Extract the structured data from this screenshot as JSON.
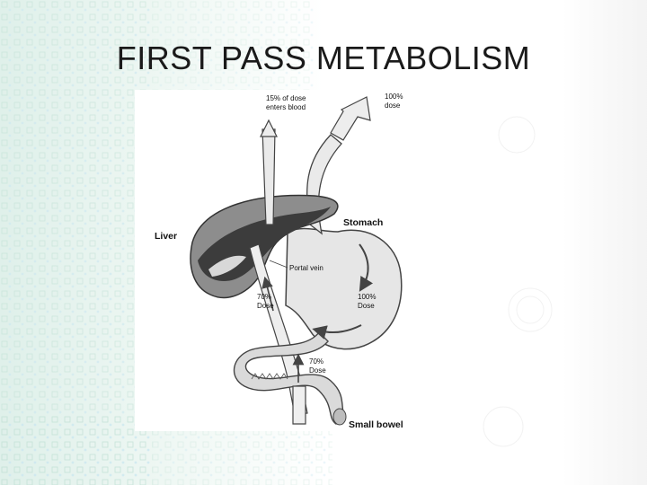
{
  "slide": {
    "title": "FIRST PASS METABOLISM"
  },
  "diagram": {
    "labels": {
      "dose_enters_blood_line1": "15% of dose",
      "dose_enters_blood_line2": "enters blood",
      "dose_in_line1": "100%",
      "dose_in_line2": "dose",
      "stomach": "Stomach",
      "liver": "Liver",
      "portal_vein": "Portal vein",
      "portal_dose_line1": "70%",
      "portal_dose_line2": "Dose",
      "stomach_dose_line1": "100%",
      "stomach_dose_line2": "Dose",
      "bowel_dose_line1": "70%",
      "bowel_dose_line2": "Dose",
      "small_bowel": "Small bowel"
    },
    "colors": {
      "liver_dark": "#3a3a3a",
      "liver_mid": "#8a8a8a",
      "organ_light": "#e4e4e4",
      "outline": "#444444"
    }
  }
}
